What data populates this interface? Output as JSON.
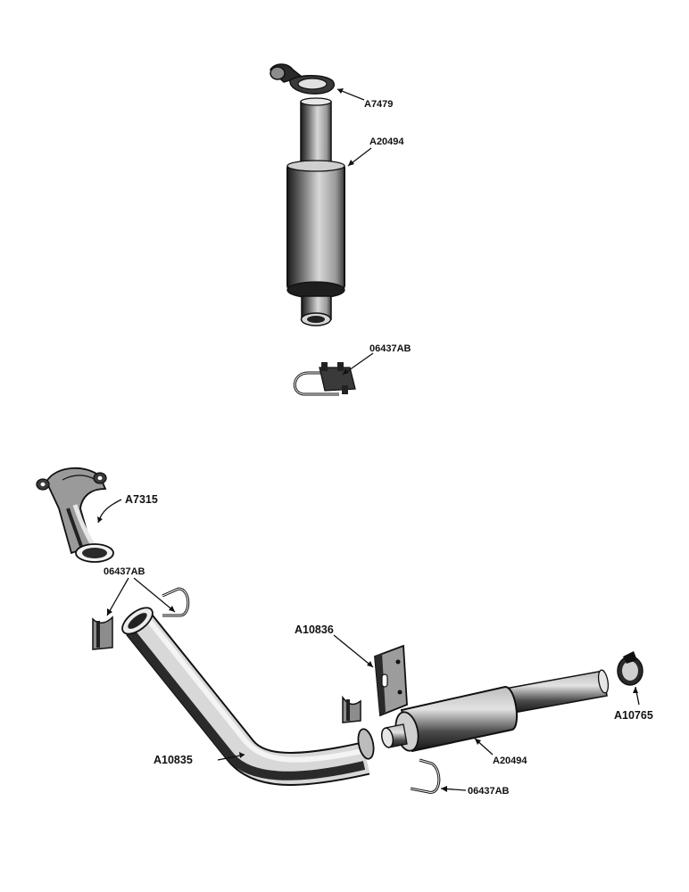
{
  "labels": {
    "upper_clamp": "A7479",
    "upper_muffler": "A20494",
    "upper_u_clamp": "06437AB",
    "elbow": "A7315",
    "elbow_clamp": "06437AB",
    "bracket": "A10836",
    "lower_clamp": "A10765",
    "pipe": "A10835",
    "lower_muffler": "A20494",
    "lower_u_clamp": "06437AB"
  },
  "colors": {
    "ink": "#111111",
    "paper": "#ffffff",
    "shade": "#2a2a2a",
    "mid": "#8c8c8c",
    "light": "#d4d4d4"
  }
}
